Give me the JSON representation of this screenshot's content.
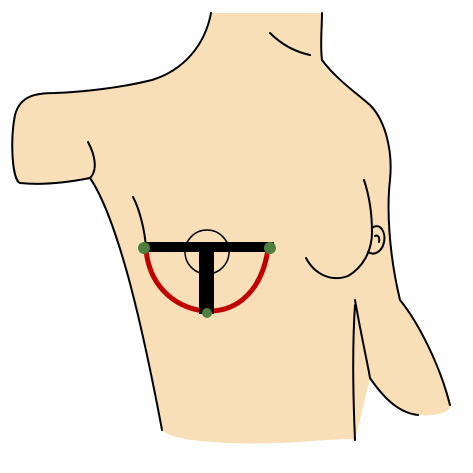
{
  "colors": {
    "background": "#ffffff",
    "skin": "#f8dfb8",
    "outline": "#000000",
    "horizontal_bar": "#000000",
    "vertical_bar": "#000000",
    "curve": "#c00000",
    "endpoint_marker": "#4f7f3c"
  },
  "figure": {
    "subject": "female-torso-outline",
    "markings": [
      "horizontal-bar",
      "vertical-bar",
      "red-curve",
      "nipple-circle",
      "endpoint-markers"
    ]
  }
}
